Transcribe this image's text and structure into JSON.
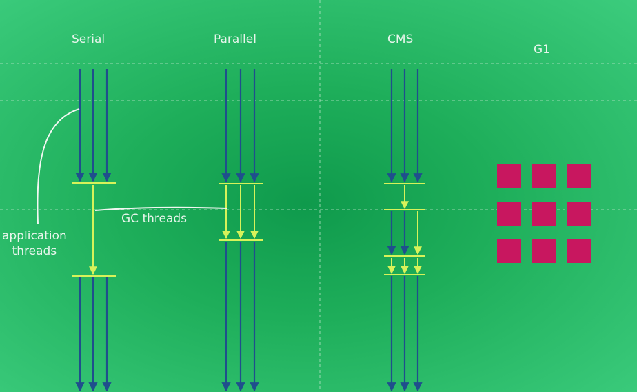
{
  "titles": {
    "serial": "Serial",
    "parallel": "Parallel",
    "cms": "CMS",
    "g1": "G1"
  },
  "annotations": {
    "application_threads_line1": "application",
    "application_threads_line2": "threads",
    "gc_threads": "GC threads"
  },
  "colors": {
    "background": "#1eae5a",
    "application_thread": "#1f4f8c",
    "gc_thread": "#d7f25a",
    "g1_region": "#c8175f",
    "guide_line": "#bfe6cc",
    "text": "#e8f5ec"
  },
  "g1_regions": {
    "rows": 3,
    "columns": 3
  }
}
